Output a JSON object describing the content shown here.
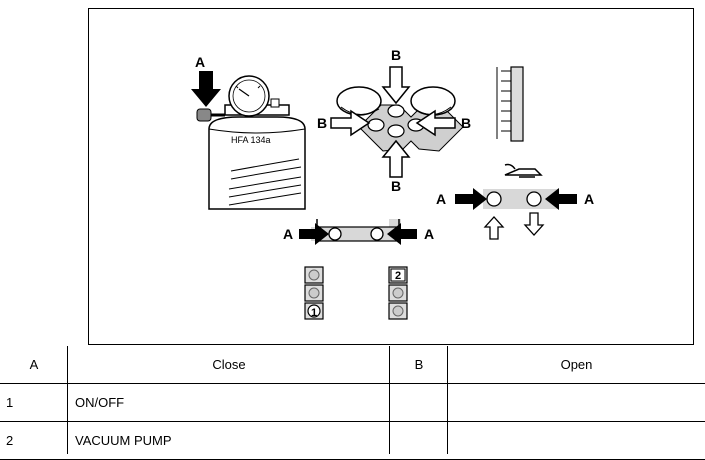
{
  "figure": {
    "labels": {
      "a": "A",
      "b": "B"
    },
    "cylinder_label": "HFA 134a",
    "valve_numbers": {
      "one": "1",
      "two": "2"
    }
  },
  "table": {
    "headers": {
      "col_a": "A",
      "col_close": "Close",
      "col_b": "B",
      "col_open": "Open"
    },
    "rows": [
      {
        "num": "1",
        "close": "ON/OFF",
        "b": "",
        "open": ""
      },
      {
        "num": "2",
        "close": "VACUUM PUMP",
        "b": "",
        "open": ""
      }
    ]
  }
}
